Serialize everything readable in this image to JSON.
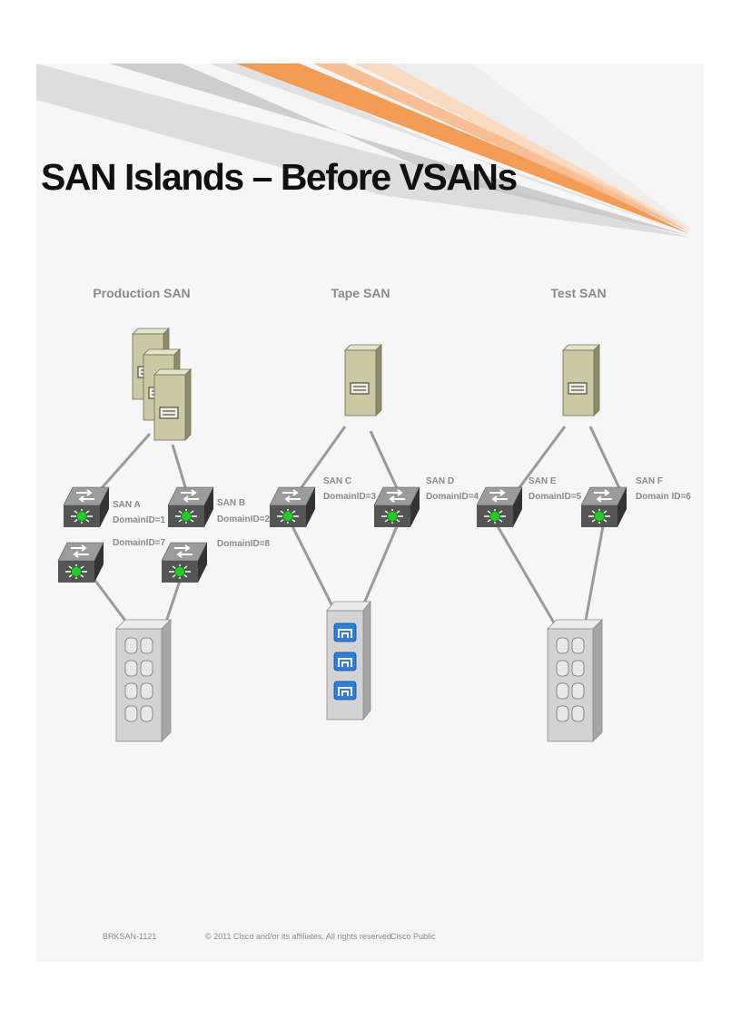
{
  "slide": {
    "title": "SAN Islands – Before VSANs",
    "columns": [
      {
        "name": "Production SAN"
      },
      {
        "name": "Tape SAN"
      },
      {
        "name": "Test SAN"
      }
    ],
    "switch_labels": [
      {
        "san": "SAN A",
        "domain": "DomainID=1",
        "extra": "DomainID=7"
      },
      {
        "san": "SAN B",
        "domain": "DomainID=2",
        "extra": "DomainID=8"
      },
      {
        "san": "SAN C",
        "domain": "DomainID=3"
      },
      {
        "san": "SAN D",
        "domain": "DomainID=4"
      },
      {
        "san": "SAN E",
        "domain": "DomainID=5"
      },
      {
        "san": "SAN F",
        "domain": "Domain ID=6"
      }
    ],
    "footer": {
      "session": "BRKSAN-1121",
      "copyright": "© 2011 Cisco and/or its affiliates. All rights reserved.",
      "classification": "Cisco Public"
    },
    "colors": {
      "title": "#111111",
      "label": "#8a8a8a",
      "link": "#9a9a9a",
      "server": "#c9c9a3",
      "switch_top": "#9b9b9b",
      "switch_front": "#555555",
      "switch_core": "#22cc22",
      "storage": "#d3d3d3",
      "tape": "#2a7fe0",
      "swoosh_orange": "#f28c3a"
    }
  }
}
